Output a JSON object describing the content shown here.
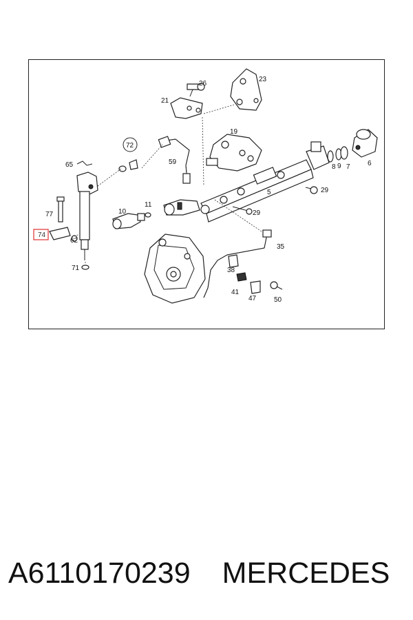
{
  "diagram": {
    "highlight_color": "#e03030",
    "callouts": {
      "c23": "23",
      "c26": "26",
      "c21": "21",
      "c19": "19",
      "c72": "72",
      "c65": "65",
      "c59": "59",
      "c8": "8",
      "c9": "9",
      "c7": "7",
      "c6": "6",
      "c5": "5",
      "c29a": "29",
      "c29b": "29",
      "c77": "77",
      "c10": "10",
      "c11": "11",
      "c74": "74",
      "c62": "62",
      "c35": "35",
      "c71": "71",
      "c38": "38",
      "c41": "41",
      "c47": "47",
      "c50": "50"
    }
  },
  "footer": {
    "part_number": "A6110170239",
    "brand": "MERCEDES"
  }
}
